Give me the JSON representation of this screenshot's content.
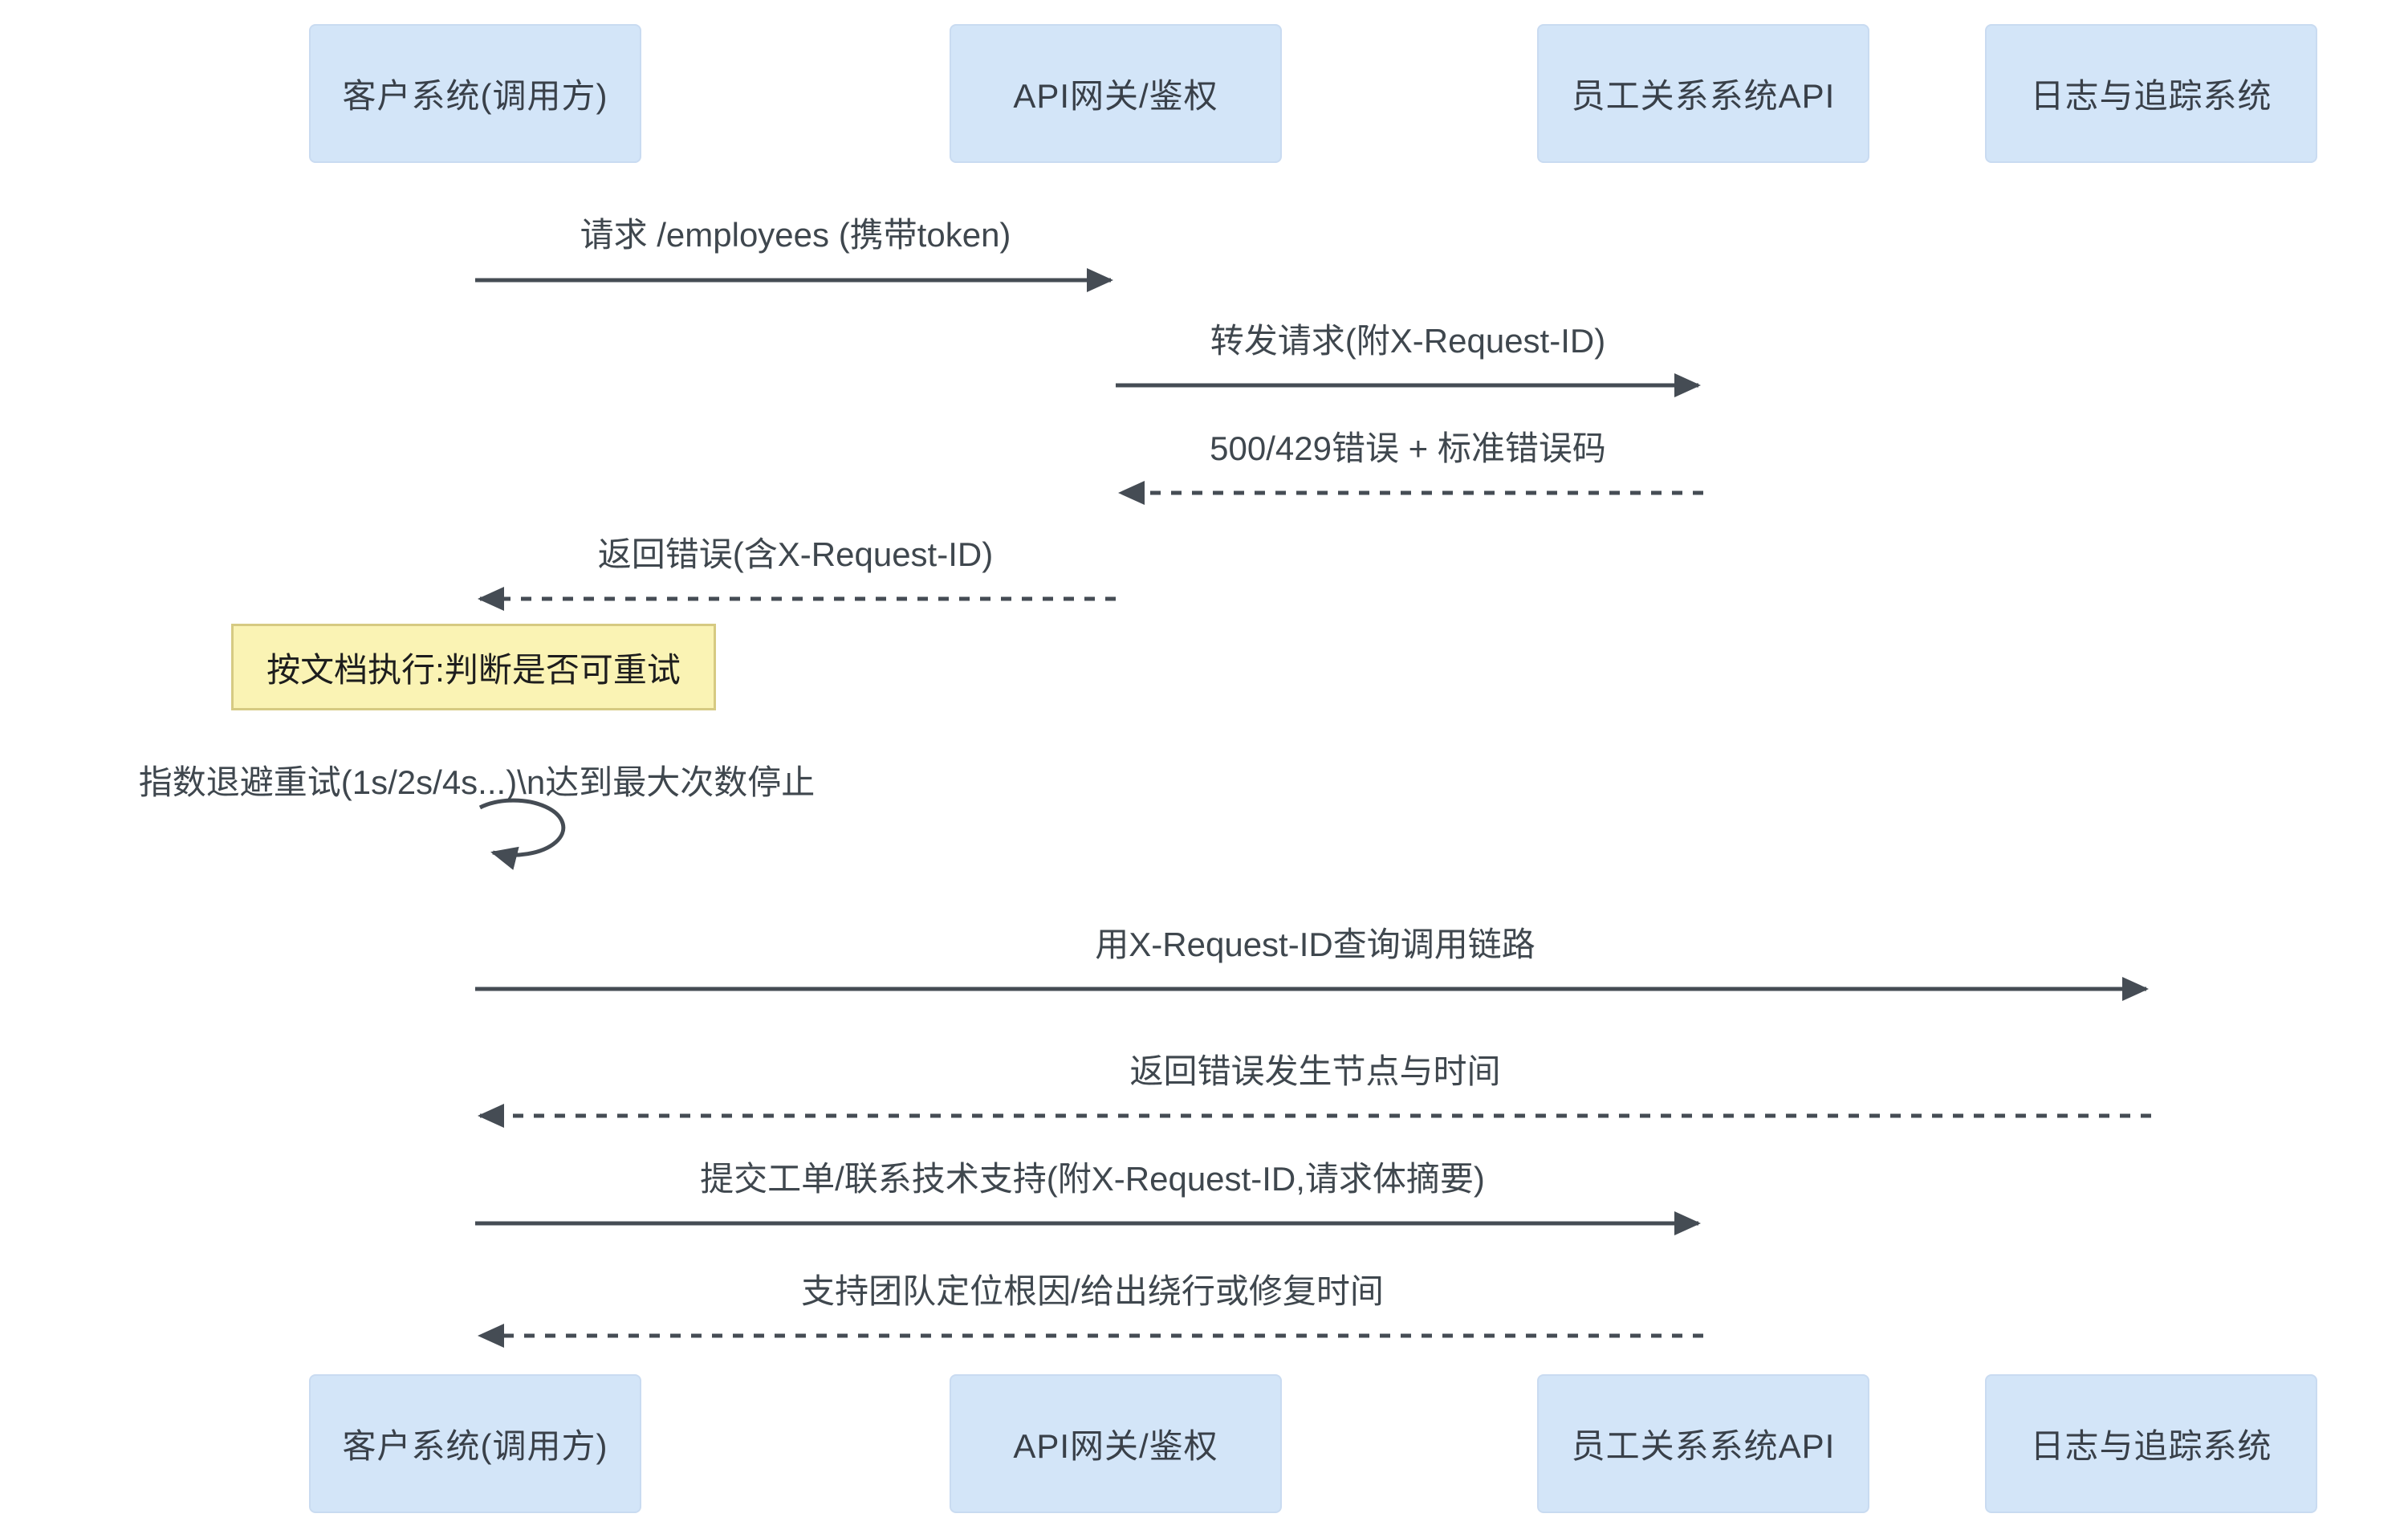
{
  "diagram": {
    "type": "sequence-diagram",
    "participants": [
      {
        "id": "client",
        "label": "客户系统(调用方)"
      },
      {
        "id": "gateway",
        "label": "API网关/鉴权"
      },
      {
        "id": "hr_api",
        "label": "员工关系系统API"
      },
      {
        "id": "tracing",
        "label": "日志与追踪系统"
      }
    ],
    "messages": [
      {
        "from": "客户系统(调用方)",
        "to": "API网关/鉴权",
        "text": "请求 /employees (携带token)",
        "line": "solid"
      },
      {
        "from": "API网关/鉴权",
        "to": "员工关系系统API",
        "text": "转发请求(附X-Request-ID)",
        "line": "solid"
      },
      {
        "from": "员工关系系统API",
        "to": "API网关/鉴权",
        "text": "500/429错误 + 标准错误码",
        "line": "dashed"
      },
      {
        "from": "API网关/鉴权",
        "to": "客户系统(调用方)",
        "text": "返回错误(含X-Request-ID)",
        "line": "dashed"
      },
      {
        "from": "客户系统(调用方)",
        "to": "日志与追踪系统",
        "text": "用X-Request-ID查询调用链路",
        "line": "solid"
      },
      {
        "from": "日志与追踪系统",
        "to": "客户系统(调用方)",
        "text": "返回错误发生节点与时间",
        "line": "dashed"
      },
      {
        "from": "客户系统(调用方)",
        "to": "员工关系系统API",
        "text": "提交工单/联系技术支持(附X-Request-ID,请求体摘要)",
        "line": "solid"
      },
      {
        "from": "员工关系系统API",
        "to": "客户系统(调用方)",
        "text": "支持团队定位根因/给出绕行或修复时间",
        "line": "dashed"
      }
    ],
    "note": {
      "over": "客户系统(调用方)",
      "text": "按文档执行:判断是否可重试"
    },
    "self_message": {
      "on": "客户系统(调用方)",
      "text": "指数退避重试(1s/2s/4s...)\\n达到最大次数停止"
    },
    "colors": {
      "background": "#ffffff",
      "participant_fill": "#d3e5f8",
      "participant_border": "#c9dbf1",
      "note_fill": "#faf3b4",
      "note_border": "#d6ca82",
      "arrow_stroke": "#454c54",
      "message_text": "#3f474e",
      "note_text": "#1d1d1d"
    }
  }
}
